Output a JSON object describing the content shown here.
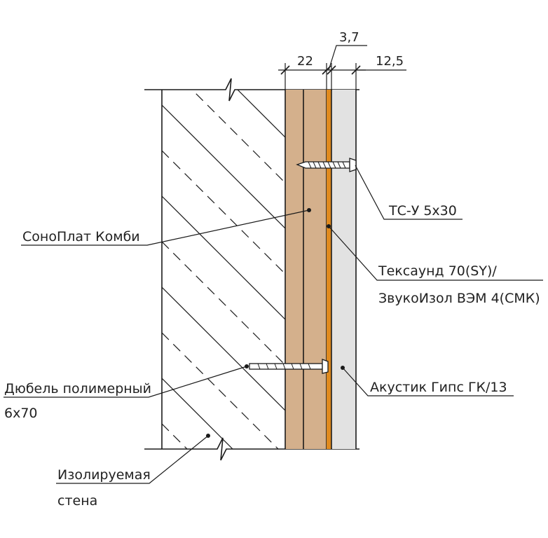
{
  "dimensions": {
    "d1": "22",
    "d2": "3,7",
    "d3": "12,5"
  },
  "labels": {
    "screw": "ТС-У 5х30",
    "panel": "СоноПлат Комби",
    "membrane_line1": "Тексаунд 70(SY)/",
    "membrane_line2": "ЗвукоИзол ВЭМ 4(СМК)",
    "dowel_line1": "Дюбель полимерный",
    "dowel_line2": "6х70",
    "gypsum": "Акустик Гипс ГК/13",
    "wall_line1": "Изолируемая",
    "wall_line2": "стена"
  },
  "colors": {
    "panel": "#d4b08c",
    "membrane": "#e08a1e",
    "gypsum": "#e2e2e2",
    "line": "#1a1a1a"
  },
  "icons": {
    "screw": "screw-icon",
    "dowel": "dowel-icon"
  }
}
